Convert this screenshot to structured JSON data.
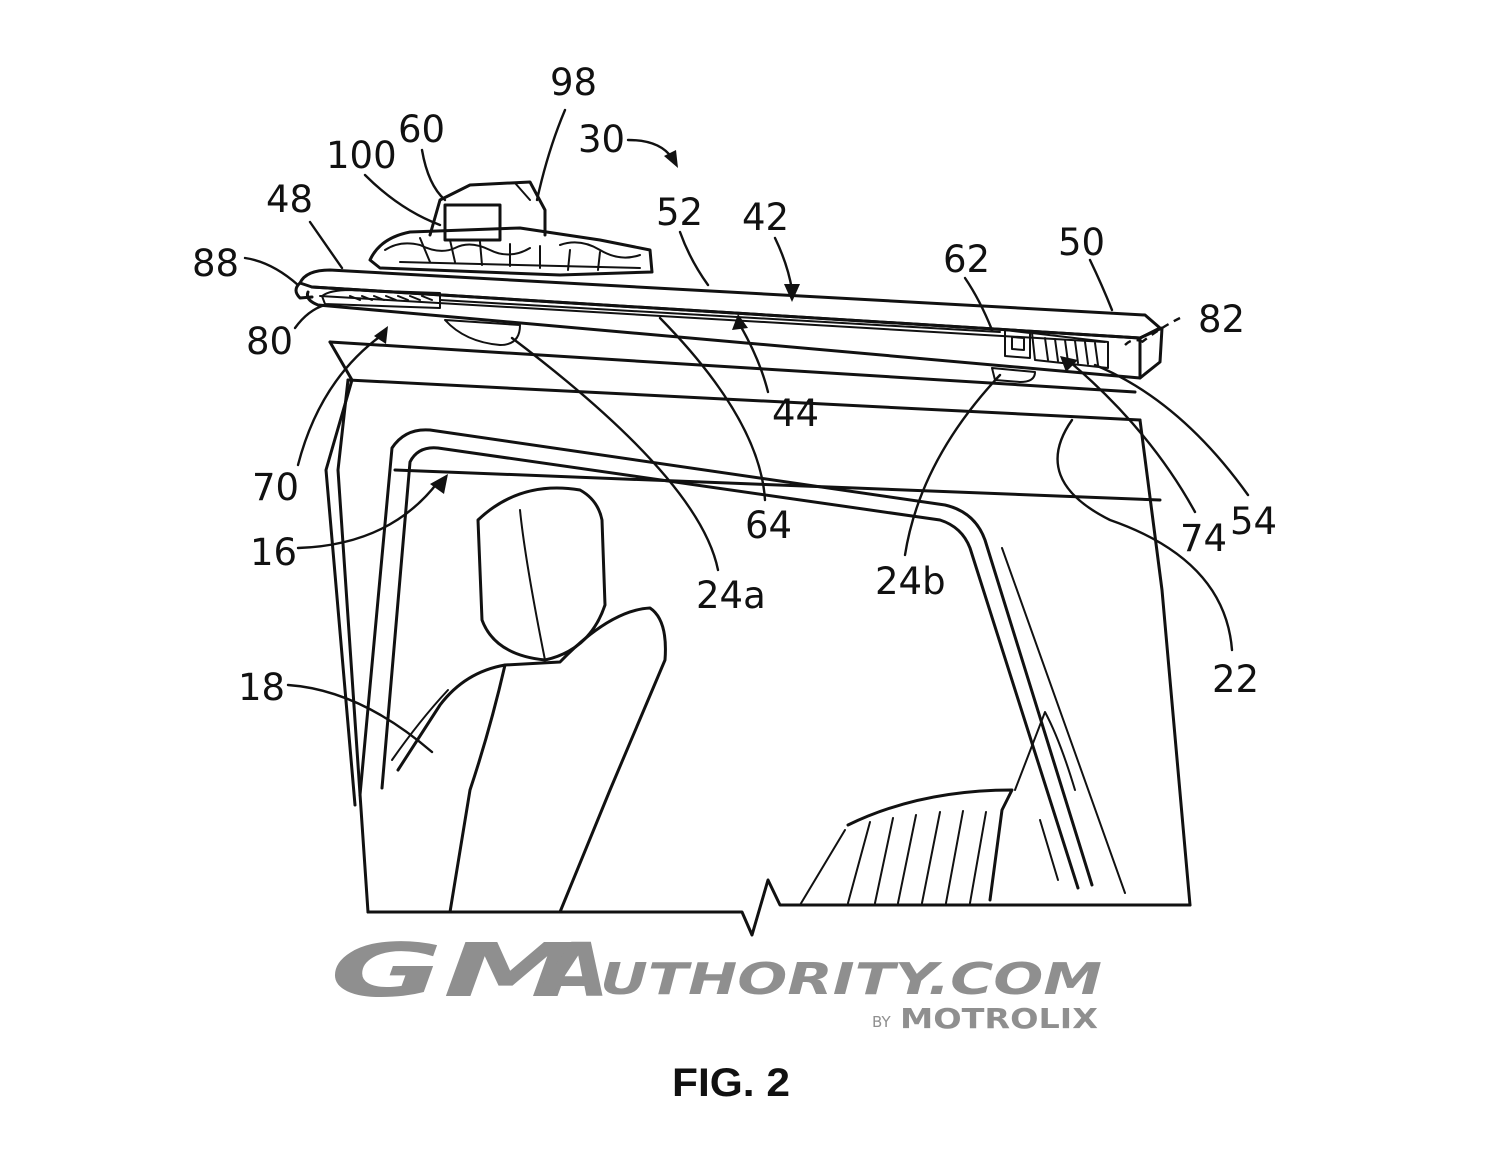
{
  "figure": {
    "caption": "FIG. 2",
    "reference_numerals": {
      "r98": "98",
      "r60": "60",
      "r100": "100",
      "r30": "30",
      "r48": "48",
      "r88": "88",
      "r52": "52",
      "r42": "42",
      "r62": "62",
      "r50": "50",
      "r82": "82",
      "r80": "80",
      "r44": "44",
      "r70": "70",
      "r16": "16",
      "r64": "64",
      "r24a": "24a",
      "r24b": "24b",
      "r74": "74",
      "r54": "54",
      "r22": "22",
      "r18": "18"
    }
  },
  "watermark": {
    "brand_gm": "GM",
    "brand_a": "A",
    "brand_rest": "UTHORITY.COM",
    "by": "BY",
    "company": "MOTROLIX",
    "color": "#8f8f8f"
  }
}
